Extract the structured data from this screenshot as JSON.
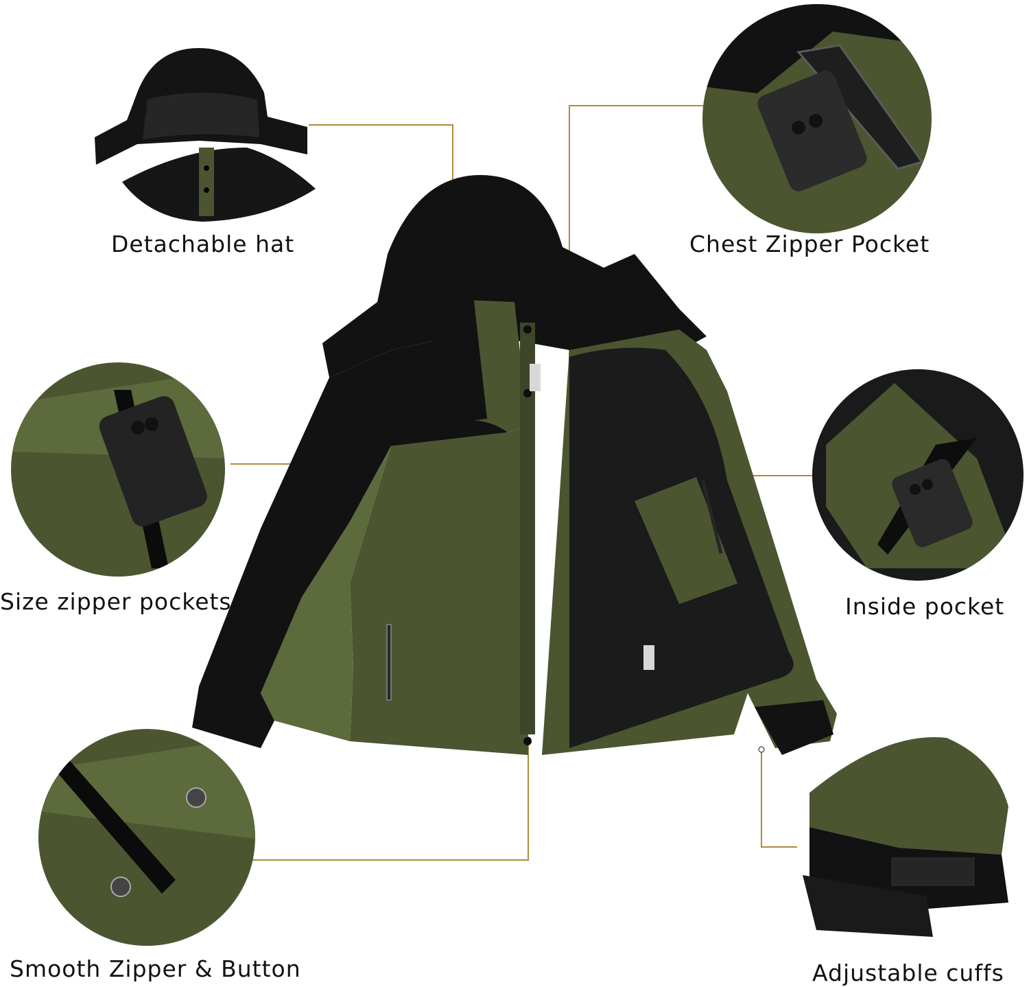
{
  "labels": {
    "detachable_hat": "Detachable hat",
    "chest_zipper_pocket": "Chest Zipper Pocket",
    "side_zipper_pockets": "Size zipper pockets",
    "inside_pocket": "Inside pocket",
    "smooth_zipper_button": "Smooth Zipper & Button",
    "adjustable_cuffs": "Adjustable cuffs"
  },
  "colors": {
    "olive": "#4b5530",
    "olive_light": "#5c6a3c",
    "black": "#121212",
    "fleece": "#1b1b1b",
    "leader_line": "#b08a3a",
    "background": "#ffffff"
  }
}
